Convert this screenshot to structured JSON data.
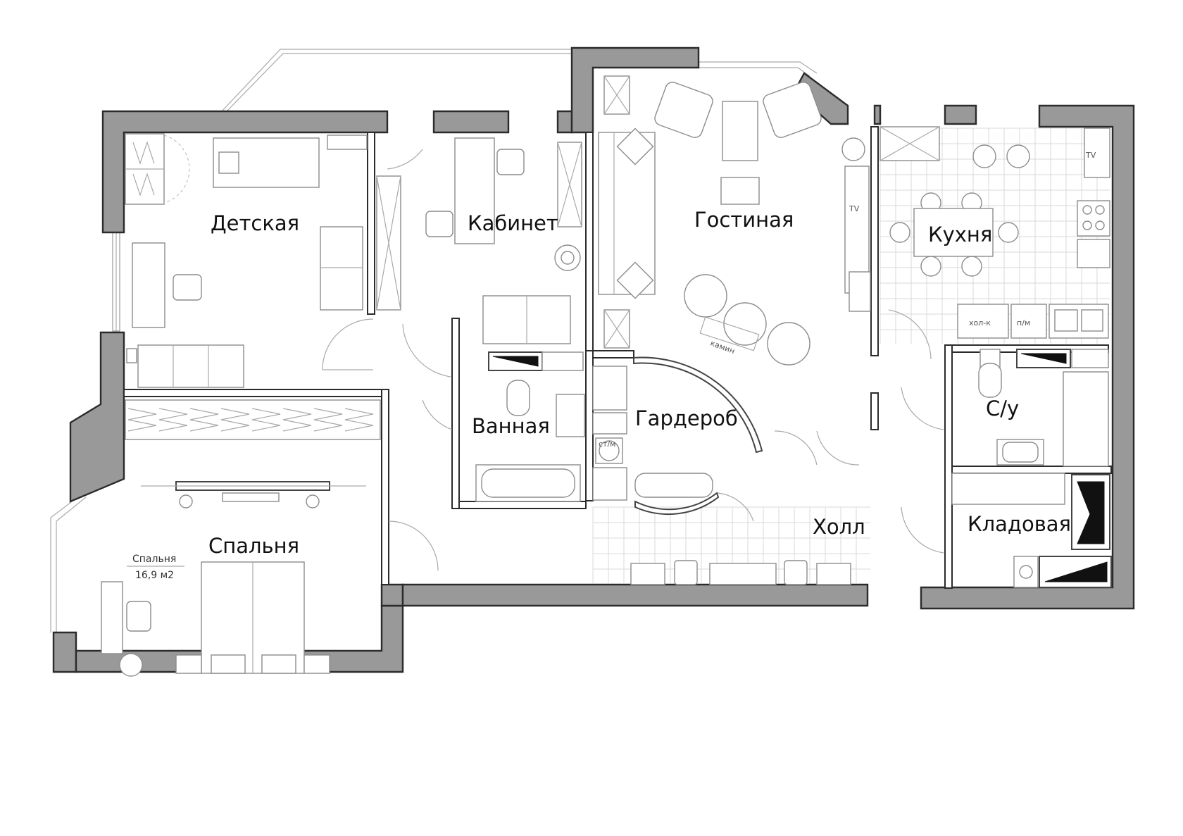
{
  "rooms": {
    "children": "Детская",
    "office": "Кабинет",
    "living": "Гостиная",
    "kitchen": "Кухня",
    "bathroom": "Ванная",
    "wardrobe": "Гардероб",
    "wc": "С/у",
    "bedroom": "Спальня",
    "hall": "Холл",
    "storage": "Кладовая"
  },
  "labels": {
    "bedroom_tag_name": "Спальня",
    "bedroom_tag_area": "16,9 м2",
    "fireplace": "камин",
    "tv_living": "TV",
    "tv_kitchen": "TV",
    "fridge": "хол-к",
    "dishwasher": "п/м",
    "washer": "ст/м"
  },
  "colors": {
    "wall": "#999999",
    "outline": "#2b2b2b",
    "furniture": "#8c8c8c"
  }
}
